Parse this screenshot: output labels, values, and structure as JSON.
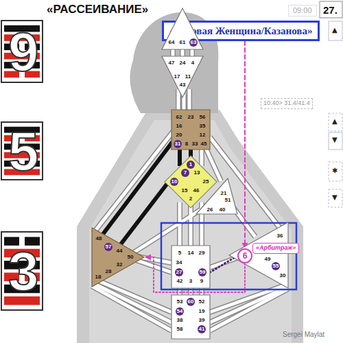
{
  "diagram": {
    "title": "«РАССЕИВАНИЕ»",
    "nodes": [
      {
        "text": [
          "«Роковая Женщина/Казанова»"
        ]
      },
      {
        "text": [
          "64",
          "61",
          "63"
        ]
      },
      {
        "text": [
          "47",
          "24",
          "4",
          "17",
          "11",
          "43"
        ]
      },
      {
        "text": [
          "62",
          "23",
          "56",
          "16",
          "35",
          "20",
          "12",
          "31",
          "8",
          "33",
          "45"
        ]
      },
      {
        "text": [
          "1",
          "7",
          "13",
          "10",
          "25",
          "15",
          "46",
          "2"
        ]
      },
      {
        "text": [
          "21",
          "51",
          "26",
          "40"
        ]
      },
      {
        "text": [
          "48",
          "57",
          "44",
          "50",
          "32",
          "28",
          "18"
        ]
      },
      {
        "text": [
          "5",
          "14",
          "29",
          "34",
          "27",
          "59",
          "42",
          "3",
          "9"
        ]
      },
      {
        "text": [
          "36",
          "49",
          "55",
          "30"
        ]
      },
      {
        "text": [
          "6"
        ],
        "in": 8
      },
      {
        "text": [
          "«Арбитраж»"
        ]
      },
      {
        "text": [
          "53",
          "60",
          "52",
          "54",
          "19",
          "38",
          "39",
          "58",
          "41"
        ]
      }
    ],
    "edges": [
      {
        "from": 0,
        "to": 9,
        "arrow": "to"
      },
      {
        "from": 9,
        "to": 6,
        "arrow": "to"
      },
      {
        "from": 7,
        "to": 9,
        "arrow": "none"
      }
    ],
    "labels": [
      "9",
      "5",
      "3",
      "09:00",
      "27.",
      "10:40> 31.4/41.4",
      "▲",
      "▲",
      "▼",
      "✱",
      "▼",
      "Sergei Maylat"
    ]
  }
}
